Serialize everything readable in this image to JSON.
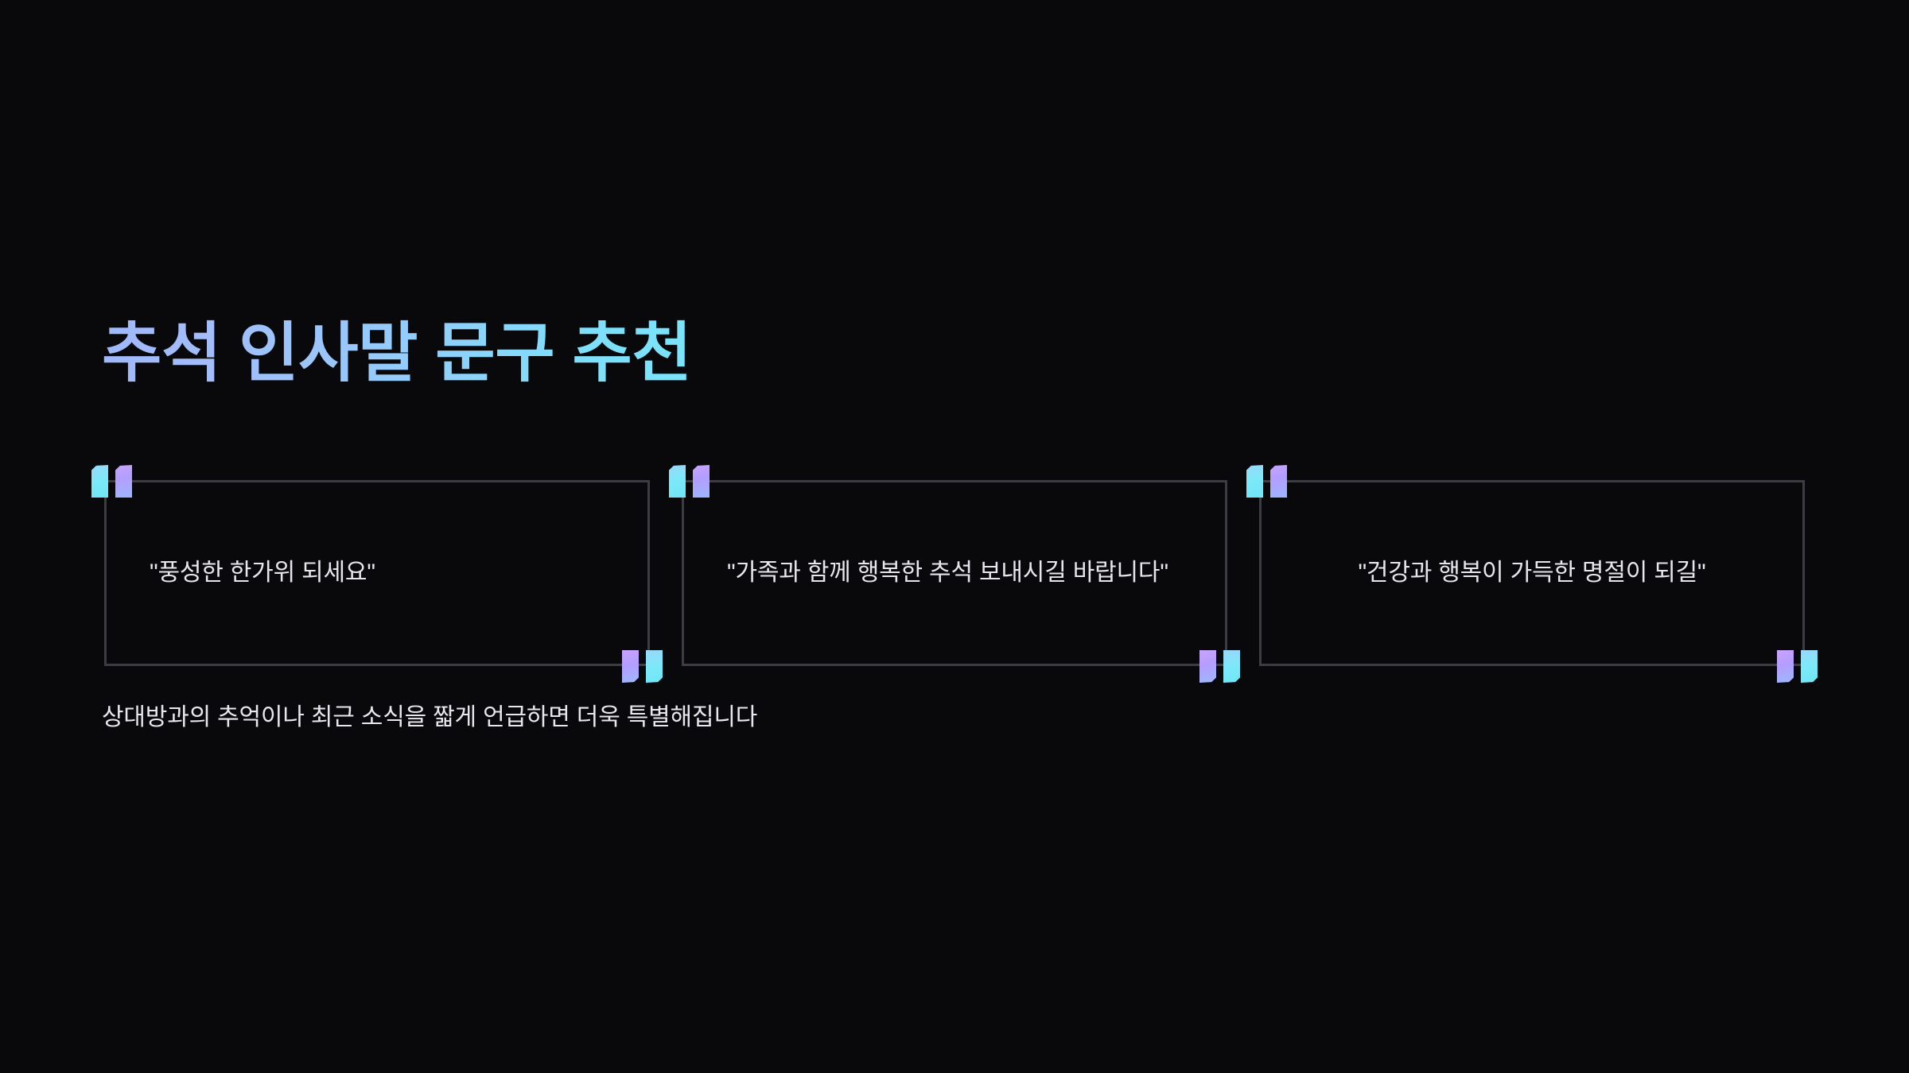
{
  "background_color": "#09090c",
  "title": {
    "text": "추석 인사말 문구 추천",
    "gradient_from": "#9eb8fb",
    "gradient_to": "#79e4fb"
  },
  "cards": [
    {
      "quote": "\"풍성한 한가위 되세요\"",
      "align": "left",
      "open_quote_icon": "left-double-quotation-mark-icon",
      "close_quote_icon": "right-double-quotation-mark-icon"
    },
    {
      "quote": "\"가족과 함께 행복한 추석 보내시길 바랍니다\"",
      "align": "left",
      "open_quote_icon": "left-double-quotation-mark-icon",
      "close_quote_icon": "right-double-quotation-mark-icon"
    },
    {
      "quote": "\"건강과 행복이 가득한 명절이 되길\"",
      "align": "center",
      "open_quote_icon": "left-double-quotation-mark-icon",
      "close_quote_icon": "right-double-quotation-mark-icon"
    }
  ],
  "footer": {
    "note": "상대방과의 추억이나 최근 소식을 짧게 언급하면 더욱 특별해집니다"
  },
  "styles": {
    "card_border_color": "#3c3c43",
    "text_color": "#e8e6ed",
    "quote_gradient_cyan": "#7ce9f8",
    "quote_gradient_purple": "#b39dff"
  }
}
